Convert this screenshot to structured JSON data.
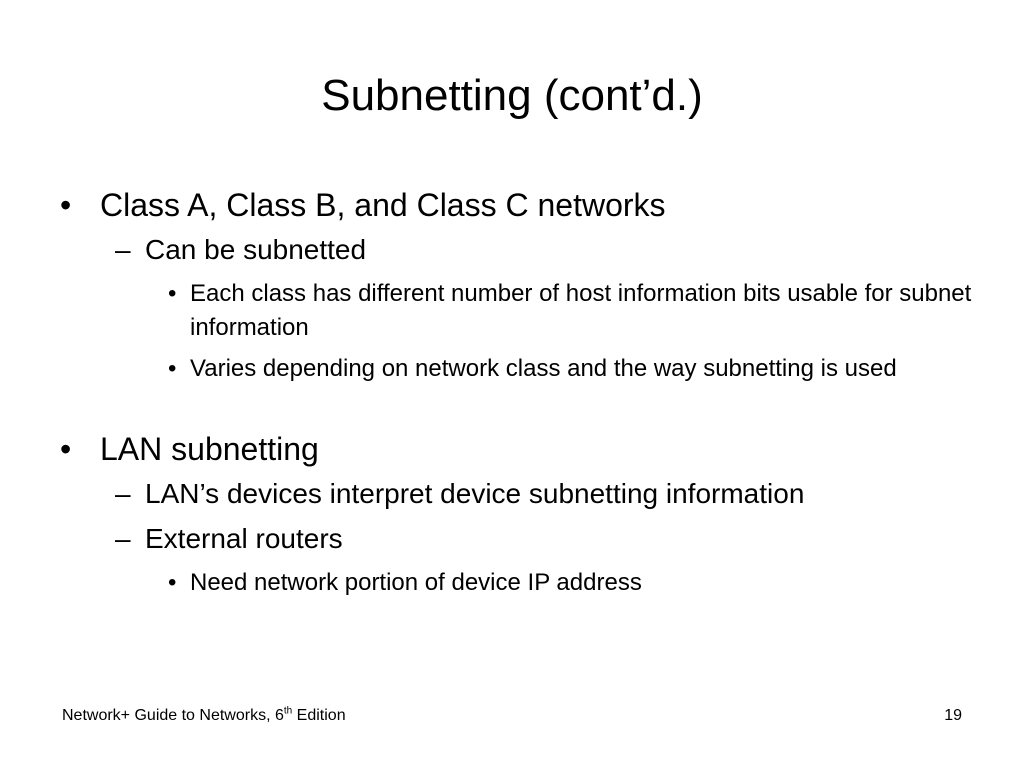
{
  "slide": {
    "title": "Subnetting (cont’d.)",
    "level1_bullet": "•",
    "level2_bullet": "–",
    "level3_bullet": "•",
    "items": [
      {
        "text": "Class A, Class B, and Class C networks",
        "children": [
          {
            "text": "Can be subnetted",
            "children": [
              {
                "text": "Each class has different number of host information bits usable for subnet information"
              },
              {
                "text": "Varies depending on network class and the way subnetting is used"
              }
            ]
          }
        ]
      },
      {
        "text": "LAN subnetting",
        "children": [
          {
            "text": "LAN’s devices interpret device subnetting information"
          },
          {
            "text": "External routers",
            "children": [
              {
                "text": "Need network portion of device IP address"
              }
            ]
          }
        ]
      }
    ]
  },
  "footer": {
    "book_prefix": "Network+ Guide to Networks, 6",
    "book_superscript": "th",
    "book_suffix": " Edition",
    "page_number": "19"
  }
}
